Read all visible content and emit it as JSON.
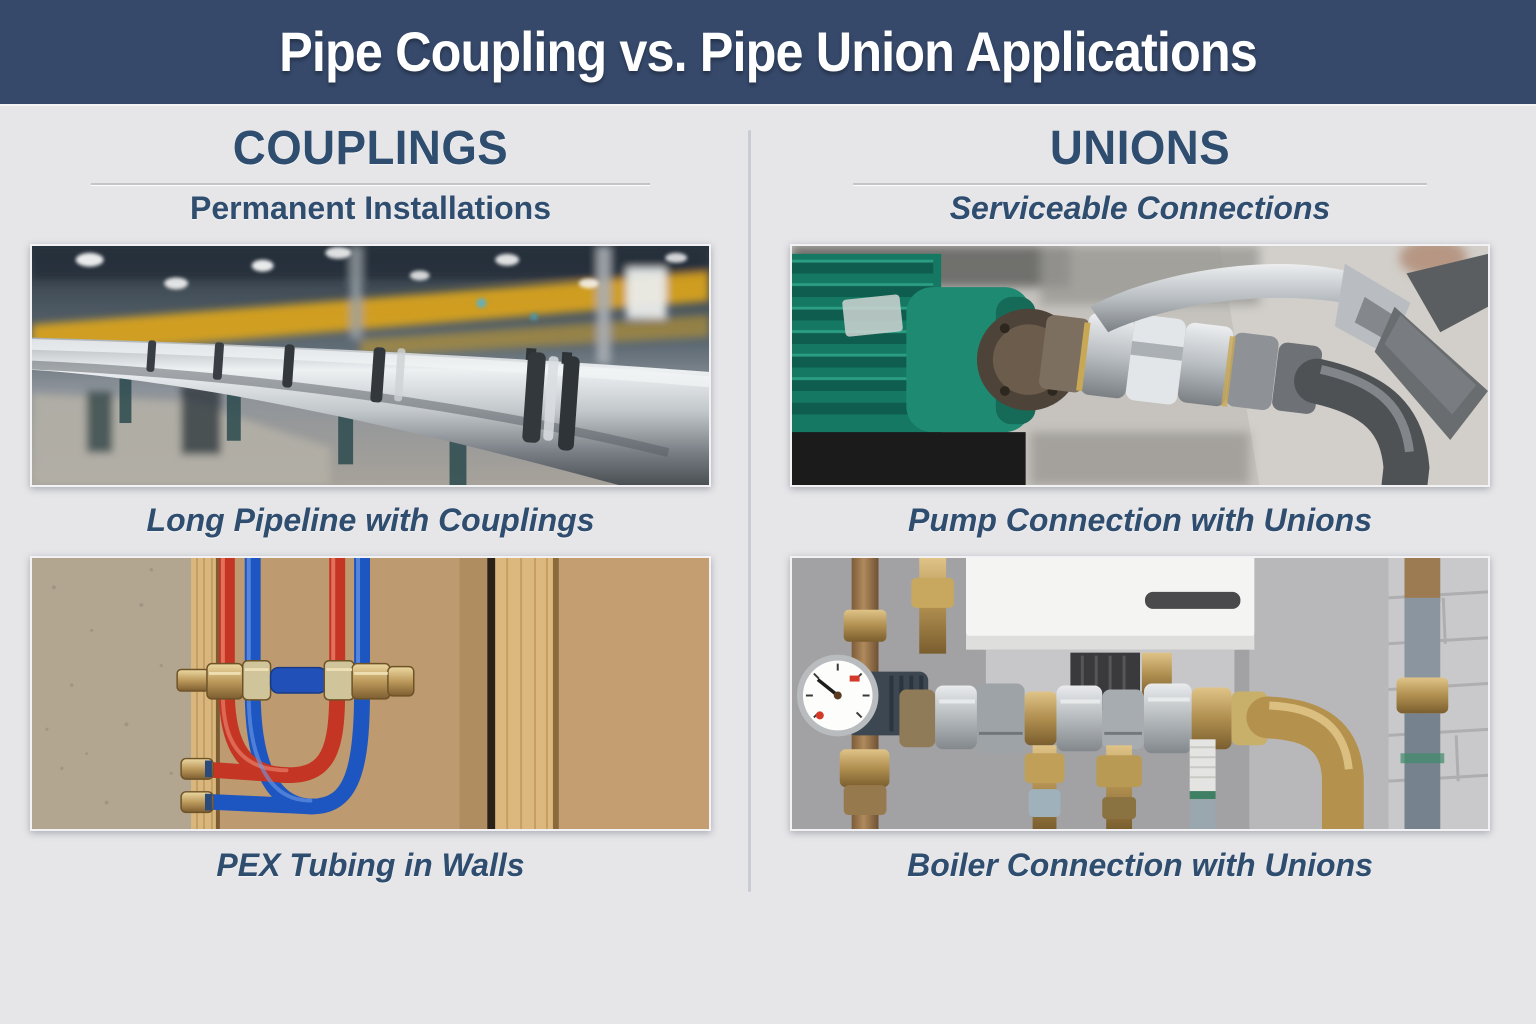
{
  "title": "Pipe Coupling vs. Pipe Union Applications",
  "theme": {
    "header_bg": "#36496B",
    "page_bg": "#E6E6E9",
    "heading_color": "#2E4D6F",
    "caption_color": "#2E4D6F",
    "divider_color": "#C8CCD3",
    "title_color": "#FFFFFF"
  },
  "columns": {
    "couplings": {
      "heading": "COUPLINGS",
      "subtitle": "Permanent Installations",
      "items": [
        {
          "caption": "Long Pipeline with Couplings",
          "photo": "industrial-pipeline-with-coupling-clamps"
        },
        {
          "caption": "PEX Tubing in Walls",
          "photo": "red-and-blue-pex-tubing-in-wall-cavity"
        }
      ]
    },
    "unions": {
      "heading": "UNIONS",
      "subtitle": "Serviceable Connections",
      "items": [
        {
          "caption": "Pump Connection with Unions",
          "photo": "green-pump-with-union-fittings-and-wrench"
        },
        {
          "caption": "Boiler Connection with Unions",
          "photo": "boiler-with-union-fittings-and-pressure-gauge"
        }
      ]
    }
  }
}
